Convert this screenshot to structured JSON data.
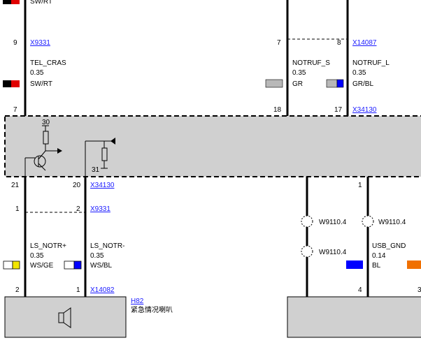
{
  "colors": {
    "wire": "#000000",
    "module_fill": "#d0d0d0",
    "link": "#1a1aff",
    "sw": "#000000",
    "rt": "#e00000",
    "ws": "#ffffff",
    "ge": "#f2e600",
    "gr": "#b8b8b8",
    "bl": "#0000ff",
    "orange": "#f07000"
  },
  "top_partial_label": "SW/RT",
  "wires": {
    "tel_cras": {
      "name": "TEL_CRAS",
      "gauge": "0.35",
      "color": "SW/RT"
    },
    "notruf_s": {
      "name": "NOTRUF_S",
      "gauge": "0.35",
      "color": "GR"
    },
    "notruf_l": {
      "name": "NOTRUF_L",
      "gauge": "0.35",
      "color": "GR/BL"
    },
    "ls_notr_plus": {
      "name": "LS_NOTR+",
      "gauge": "0.35",
      "color": "WS/GE"
    },
    "ls_notr_minus": {
      "name": "LS_NOTR-",
      "gauge": "0.35",
      "color": "WS/BL"
    },
    "usb_gnd": {
      "name": "USB_GND",
      "gauge": "0.14",
      "color": "BL"
    }
  },
  "connectors": {
    "x9331": "X9331",
    "x14087": "X14087",
    "x34130": "X34130",
    "x14082": "X14082"
  },
  "pins": {
    "p9": "9",
    "p7_top_left": "7",
    "p8": "8",
    "p7_bottom_left": "7",
    "p18": "18",
    "p17": "17",
    "p21": "21",
    "p20": "20",
    "p1_right": "1",
    "p1_conn_left": "1",
    "p2_conn": "2",
    "p2_bottom": "2",
    "p1_bottom": "1",
    "p4_bottom": "4",
    "p3_bottom": "3"
  },
  "module_internals": {
    "label_30": "30",
    "label_31": "31"
  },
  "splices": {
    "s1": "W9110.4",
    "s2": "W9110.4",
    "s3": "W9110.4"
  },
  "component": {
    "id": "H82",
    "name": "紧急情况喇叭"
  }
}
